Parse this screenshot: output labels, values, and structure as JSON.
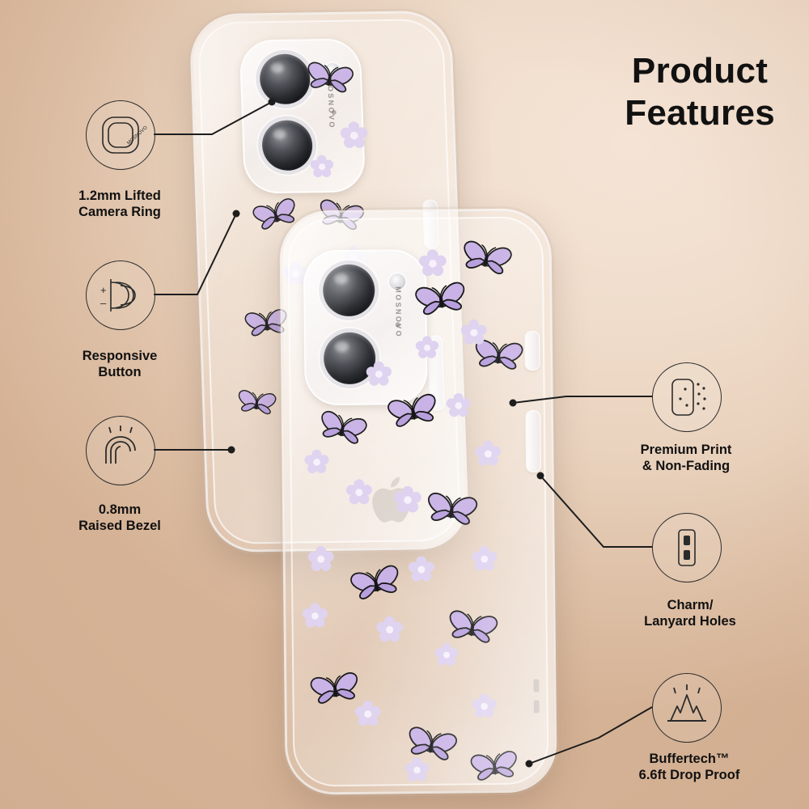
{
  "header": {
    "title": "Product\nFeatures"
  },
  "product": {
    "brand_mark": "MOSNOVO",
    "phone_back_label": "phone-case-back-view",
    "phone_front_label": "phone-case-front-view"
  },
  "features": [
    {
      "id": "camera-ring",
      "label": "1.2mm Lifted\nCamera Ring",
      "icon": "camera-ring-icon",
      "icon_text": "MOSNOVO"
    },
    {
      "id": "responsive-button",
      "label": "Responsive\nButton",
      "icon": "volume-buttons-icon",
      "plus": "+",
      "minus": "–"
    },
    {
      "id": "raised-bezel",
      "label": "0.8mm\nRaised Bezel",
      "icon": "raised-bezel-icon"
    },
    {
      "id": "premium-print",
      "label": "Premium Print\n& Non-Fading",
      "icon": "print-fading-icon"
    },
    {
      "id": "charm-holes",
      "label": "Charm/\nLanyard Holes",
      "icon": "lanyard-holes-icon"
    },
    {
      "id": "buffertech",
      "label": "Buffertech™\n6.6ft Drop Proof",
      "icon": "drop-proof-icon"
    }
  ],
  "colors": {
    "background_light": "#f5e4d6",
    "background_deep": "#d5b295",
    "text": "#111111",
    "line": "#2b2b2b",
    "butterfly_wing": "#cdb8e8",
    "butterfly_outline": "#1c1c1c",
    "flower_petal": "#ddd0ef",
    "flower_center": "#f4eefb"
  }
}
